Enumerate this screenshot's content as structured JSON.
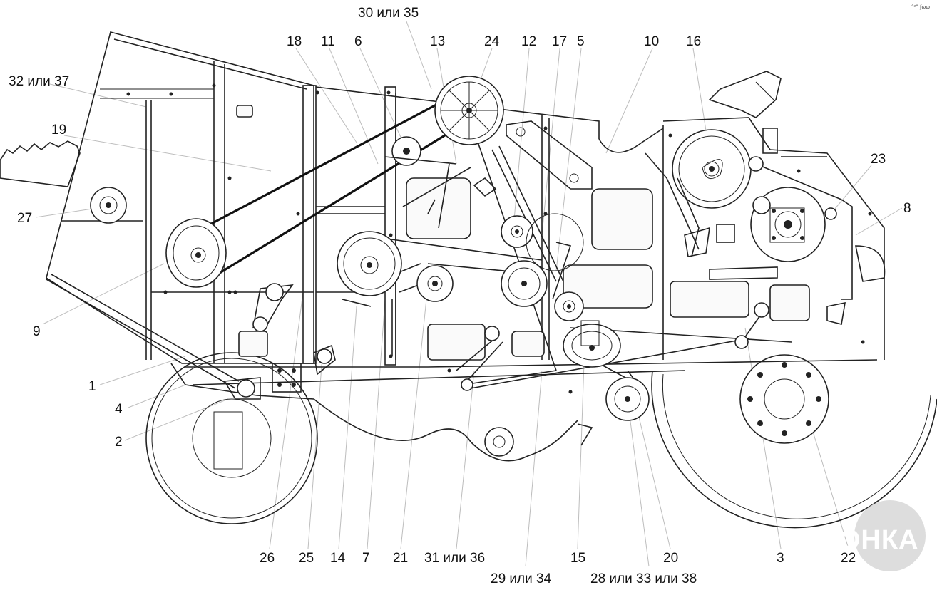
{
  "diagram": {
    "corner_mark": "°²° ʃωω",
    "callouts": [
      {
        "id": "c30_35",
        "text": "30 или 35"
      },
      {
        "id": "c32_37",
        "text": "32 или 37"
      },
      {
        "id": "c18",
        "text": "18"
      },
      {
        "id": "c11",
        "text": "11"
      },
      {
        "id": "c6",
        "text": "6"
      },
      {
        "id": "c13",
        "text": "13"
      },
      {
        "id": "c24",
        "text": "24"
      },
      {
        "id": "c12",
        "text": "12"
      },
      {
        "id": "c17",
        "text": "17"
      },
      {
        "id": "c5",
        "text": "5"
      },
      {
        "id": "c10",
        "text": "10"
      },
      {
        "id": "c16",
        "text": "16"
      },
      {
        "id": "c19",
        "text": "19"
      },
      {
        "id": "c23",
        "text": "23"
      },
      {
        "id": "c27",
        "text": "27"
      },
      {
        "id": "c8",
        "text": "8"
      },
      {
        "id": "c9",
        "text": "9"
      },
      {
        "id": "c1",
        "text": "1"
      },
      {
        "id": "c4",
        "text": "4"
      },
      {
        "id": "c2",
        "text": "2"
      },
      {
        "id": "c26",
        "text": "26"
      },
      {
        "id": "c25",
        "text": "25"
      },
      {
        "id": "c14",
        "text": "14"
      },
      {
        "id": "c7",
        "text": "7"
      },
      {
        "id": "c21",
        "text": "21"
      },
      {
        "id": "c31_36",
        "text": "31 или 36"
      },
      {
        "id": "c29_34",
        "text": "29 или 34"
      },
      {
        "id": "c15",
        "text": "15"
      },
      {
        "id": "c28_33_38",
        "text": "28 или 33 или 38"
      },
      {
        "id": "c20",
        "text": "20"
      },
      {
        "id": "c3",
        "text": "3"
      },
      {
        "id": "c22",
        "text": "22"
      }
    ]
  },
  "watermark": {
    "text": "АГРОНКА",
    "color": "#c8c8c8"
  },
  "colors": {
    "line": "#222222",
    "leader": "#bdbdbd",
    "background": "#ffffff"
  }
}
